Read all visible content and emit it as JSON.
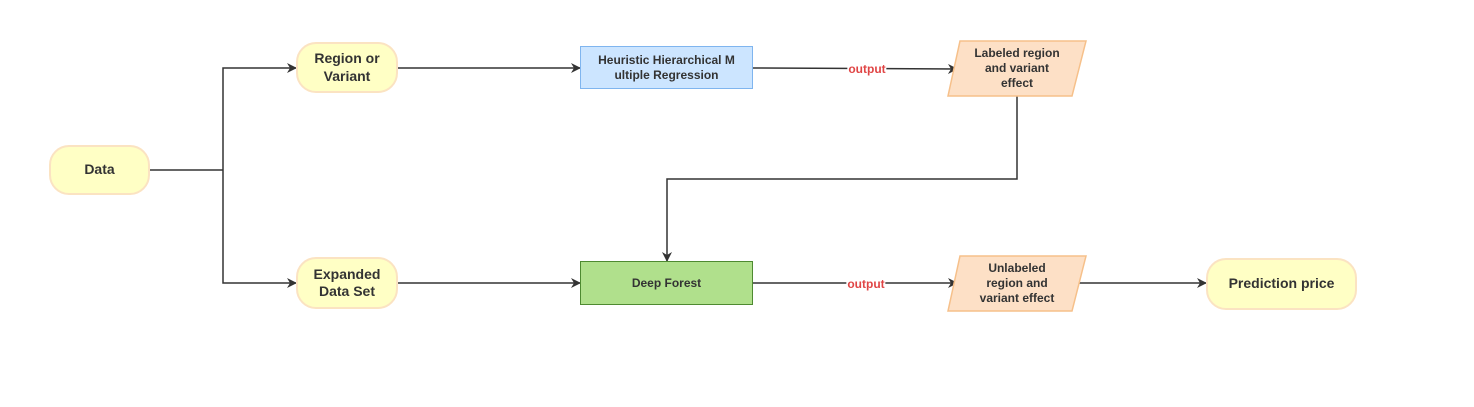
{
  "diagram": {
    "nodes": {
      "data": "Data",
      "region_variant": "Region or\nVariant",
      "expanded_dataset": "Expanded\nData Set",
      "hhmr": "Heuristic Hierarchical M\nultiple Regression",
      "deep_forest": "Deep Forest",
      "labeled_effect": "Labeled region\nand variant\neffect",
      "unlabeled_effect": "Unlabeled\nregion and\nvariant effect",
      "prediction_price": "Prediction price"
    },
    "edge_labels": {
      "hhmr_to_labeled": "output",
      "deep_forest_to_unlabeled": "output"
    },
    "colors": {
      "terminal_fill": "#ffffc5",
      "terminal_stroke": "#fbe3c2",
      "process_blue_fill": "#cce5ff",
      "process_blue_stroke": "#7fb5ef",
      "process_green_fill": "#b0e08c",
      "process_green_stroke": "#4e8a31",
      "io_fill": "#fde0c6",
      "io_stroke": "#f6c08a",
      "edge": "#333333",
      "edge_label": "#e04545"
    }
  }
}
